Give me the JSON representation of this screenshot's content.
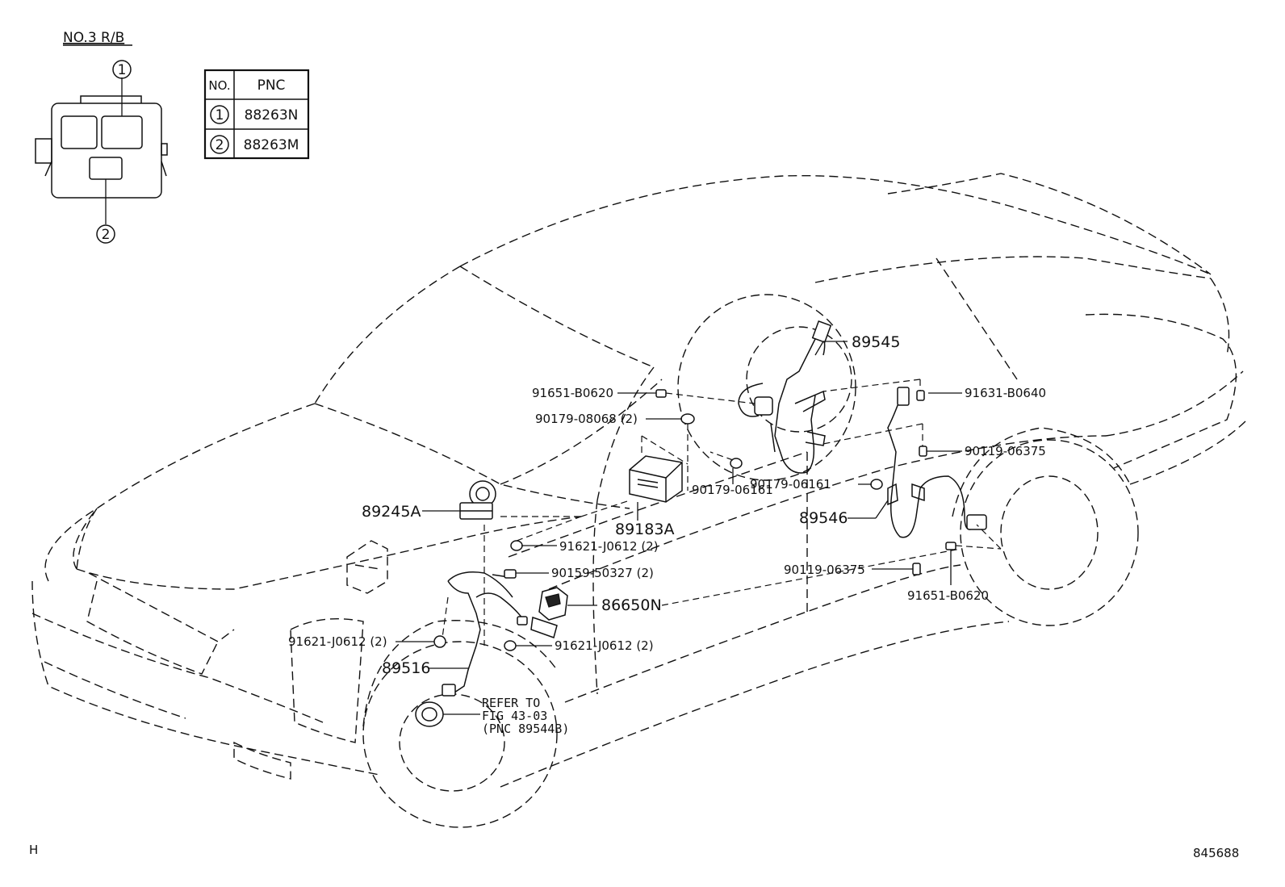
{
  "relay_block": {
    "title": "NO.3 R/B",
    "callout_1": "1",
    "callout_2": "2"
  },
  "pnc_table": {
    "headers": [
      "NO.",
      "PNC"
    ],
    "rows": [
      {
        "no": "1",
        "pnc": "88263N"
      },
      {
        "no": "2",
        "pnc": "88263M"
      }
    ]
  },
  "labels": {
    "p89545": "89545",
    "p91651_top": "91651-B0620",
    "p91631": "91631-B0640",
    "p90179_08068": "90179-08068 (2)",
    "p90119_top": "90119-06375",
    "p90179_06161_a": "90179-06161",
    "p90179_06161_b": "90179-06161",
    "p89546": "89546",
    "p89245A": "89245A",
    "p89183A": "89183A",
    "p91621_a": "91621-J0612 (2)",
    "p90159": "90159-50327 (2)",
    "p90119_bottom": "90119-06375",
    "p91651_bottom": "91651-B0620",
    "p86650N": "86650N",
    "p91621_b": "91621-J0612 (2)",
    "p91621_c": "91621-J0612 (2)",
    "p89516": "89516",
    "refer_line1": "REFER TO",
    "refer_line2": "FIG 43-03",
    "refer_line3": "(PNC 89544B)"
  },
  "footer": {
    "left_code": "H",
    "right_code": "845688"
  }
}
